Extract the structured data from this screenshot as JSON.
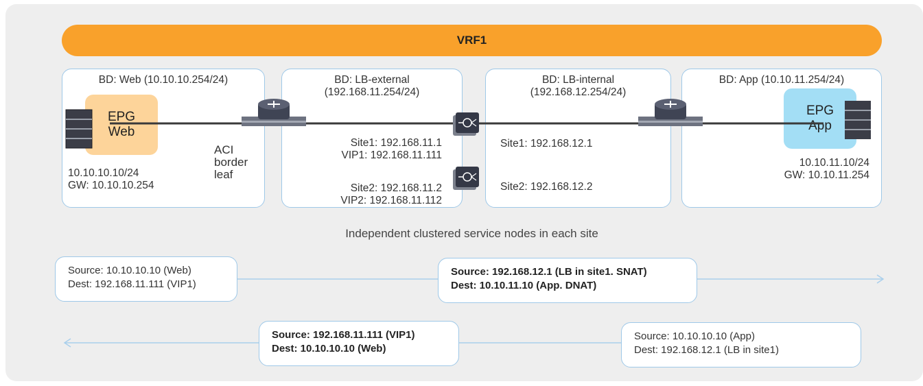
{
  "vrf_label": "VRF1",
  "bd_web": {
    "title": "BD: Web (10.10.10.254/24)",
    "epg_line1": "EPG",
    "epg_line2": "Web",
    "ip": "10.10.10.10/24",
    "gw": "GW: 10.10.10.254",
    "border_leaf_1": "ACI",
    "border_leaf_2": "border",
    "border_leaf_3": "leaf"
  },
  "bd_lb_external": {
    "title_line1": "BD: LB-external",
    "title_line2": "(192.168.11.254/24)",
    "site1": "Site1: 192.168.11.1",
    "vip1": "VIP1: 192.168.11.111",
    "site2": "Site2: 192.168.11.2",
    "vip2": "VIP2: 192.168.11.112"
  },
  "bd_lb_internal": {
    "title_line1": "BD: LB-internal",
    "title_line2": "(192.168.12.254/24)",
    "site1": "Site1: 192.168.12.1",
    "site2": "Site2: 192.168.12.2"
  },
  "bd_app": {
    "title": "BD: App (10.10.11.254/24)",
    "epg_line1": "EPG",
    "epg_line2": "App",
    "ip": "10.10.11.10/24",
    "gw": "GW: 10.10.11.254"
  },
  "caption": "Independent clustered service nodes in each site",
  "flow_forward": {
    "box1_source": "Source: 10.10.10.10 (Web)",
    "box1_dest": "Dest: 192.168.11.111 (VIP1)",
    "box2_source": "Source: 192.168.12.1 (LB in site1. SNAT)",
    "box2_dest": "Dest: 10.10.11.10 (App. DNAT)"
  },
  "flow_return": {
    "box1_source": "Source: 192.168.11.111 (VIP1)",
    "box1_dest": "Dest: 10.10.10.10 (Web)",
    "box2_source": "Source: 10.10.10.10 (App)",
    "box2_dest": "Dest: 192.168.12.1 (LB in site1)"
  },
  "colors": {
    "vrf": "#f9a12b",
    "epg_web": "#fdd49a",
    "epg_app": "#a3def5",
    "bd_border": "#9ec8e8",
    "arrow": "#a9cfec"
  }
}
